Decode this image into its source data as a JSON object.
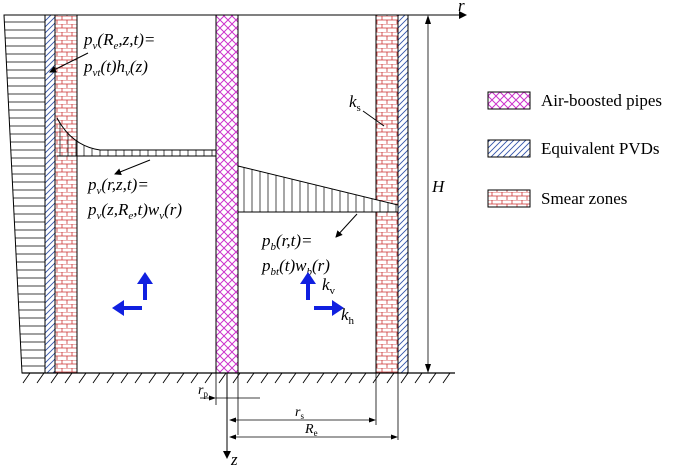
{
  "axes": {
    "r": "r",
    "z": "z",
    "H": "H"
  },
  "legend": [
    {
      "label": "Air-boosted pipes",
      "pattern": "air-pipe"
    },
    {
      "label": "Equivalent PVDs",
      "pattern": "pvd"
    },
    {
      "label": "Smear zones",
      "pattern": "smear"
    }
  ],
  "colors": {
    "air_pipe": "#cc33cc",
    "pvd": "#3355aa",
    "smear": "#cc3333",
    "arrow": "#1020e0"
  },
  "eq_outer_1": "p<tspan font-size=\"11\" dy=\"4\">v</tspan><tspan dy=\"-4\">(</tspan><tspan font-style=\"italic\">R</tspan><tspan font-size=\"11\" dy=\"4\">e</tspan><tspan dy=\"-4\">,</tspan><tspan font-style=\"italic\">z</tspan>,<tspan font-style=\"italic\">t</tspan>)=",
  "eq_outer_2": "p<tspan font-size=\"11\" dy=\"4\">vt</tspan><tspan dy=\"-4\">(</tspan><tspan font-style=\"italic\">t</tspan>)<tspan font-style=\"italic\">h</tspan><tspan font-size=\"11\" dy=\"4\">v</tspan><tspan dy=\"-4\">(</tspan><tspan font-style=\"italic\">z</tspan>)",
  "eq_vert_1": "p<tspan font-size=\"11\" dy=\"4\">v</tspan><tspan dy=\"-4\">(</tspan><tspan font-style=\"italic\">r</tspan>,<tspan font-style=\"italic\">z</tspan>,<tspan font-style=\"italic\">t</tspan>)=",
  "eq_vert_2": "p<tspan font-size=\"11\" dy=\"4\">v</tspan><tspan dy=\"-4\">(</tspan><tspan font-style=\"italic\">z</tspan>,<tspan font-style=\"italic\">R</tspan><tspan font-size=\"11\" dy=\"4\">e</tspan><tspan dy=\"-4\">,</tspan><tspan font-style=\"italic\">t</tspan>)<tspan font-style=\"italic\">w</tspan><tspan font-size=\"11\" dy=\"4\">v</tspan><tspan dy=\"-4\">(</tspan><tspan font-style=\"italic\">r</tspan>)",
  "eq_base_1": "p<tspan font-size=\"11\" dy=\"4\">b</tspan><tspan dy=\"-4\">(</tspan><tspan font-style=\"italic\">r</tspan>,<tspan font-style=\"italic\">t</tspan>)=",
  "eq_base_2": "p<tspan font-size=\"11\" dy=\"4\">bt</tspan><tspan dy=\"-4\">(</tspan><tspan font-style=\"italic\">t</tspan>)<tspan font-style=\"italic\">w</tspan><tspan font-size=\"11\" dy=\"4\">b</tspan><tspan dy=\"-4\">(</tspan><tspan font-style=\"italic\">r</tspan>)",
  "k_s": "k<tspan font-size=\"11\" dy=\"4\" font-style=\"normal\">s</tspan>",
  "k_v": "k<tspan font-size=\"11\" dy=\"4\" font-style=\"normal\">v</tspan>",
  "k_h": "k<tspan font-size=\"11\" dy=\"4\" font-style=\"normal\">h</tspan>",
  "r_p": "r<tspan font-size=\"9\" dy=\"3\" font-style=\"normal\">p</tspan>",
  "r_s": "r<tspan font-size=\"9\" dy=\"3\" font-style=\"normal\">s</tspan>",
  "R_e": "R<tspan font-size=\"9\" dy=\"3\" font-style=\"normal\">e</tspan>"
}
